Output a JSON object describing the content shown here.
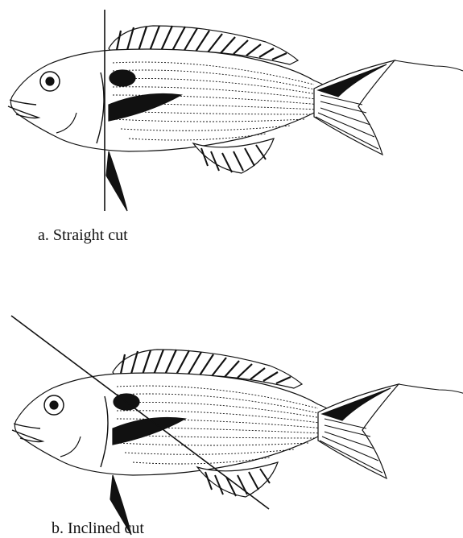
{
  "figures": [
    {
      "id": "a",
      "caption": "a. Straight cut"
    },
    {
      "id": "b",
      "caption": "b. Inclined cut"
    }
  ],
  "colors": {
    "ink": "#111111",
    "background": "#ffffff"
  }
}
